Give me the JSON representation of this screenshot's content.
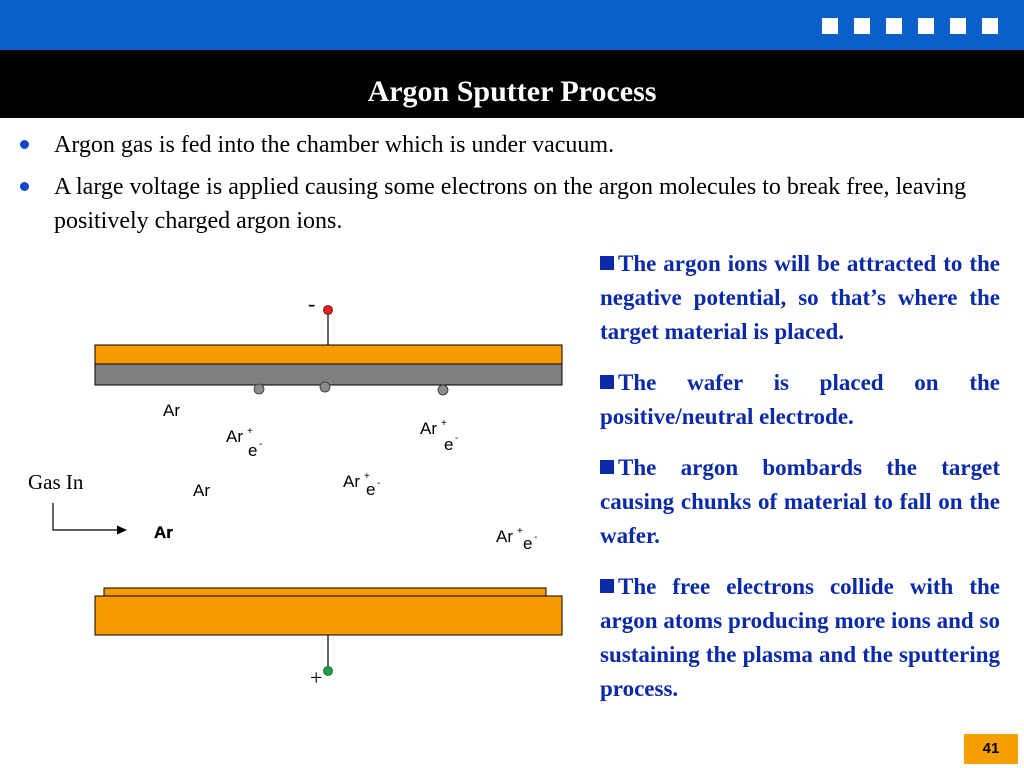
{
  "slide": {
    "title": "Argon Sputter Process",
    "page_number": "41",
    "bullets": [
      "Argon gas is fed into the chamber which is under vacuum.",
      "A large voltage is applied causing some electrons on the argon molecules to break free, leaving positively charged argon ions."
    ],
    "side_points": [
      "The argon ions will be attracted to the negative potential, so that’s where the target material is placed.",
      "The wafer is placed on the positive/neutral electrode.",
      "The argon bombards the target causing chunks of material to fall on the wafer.",
      "The free electrons collide with the argon atoms producing more ions and so sustaining the plasma and the sputtering process."
    ]
  },
  "diagram": {
    "minus_label": "-",
    "plus_label": "+",
    "gas_in_label": "Gas In",
    "ar_label": "Ar",
    "ion_sup": "+",
    "electron_label": "e",
    "electron_sup": "-"
  },
  "colors": {
    "top_bar": "#0a60c8",
    "title_bar": "#000000",
    "electrode_orange": "#f89a00",
    "target_gray": "#7f7f7f",
    "negative_terminal": "#e02020",
    "positive_terminal": "#20a040",
    "side_text": "#0a2aa8",
    "page_badge": "#f6a000"
  }
}
